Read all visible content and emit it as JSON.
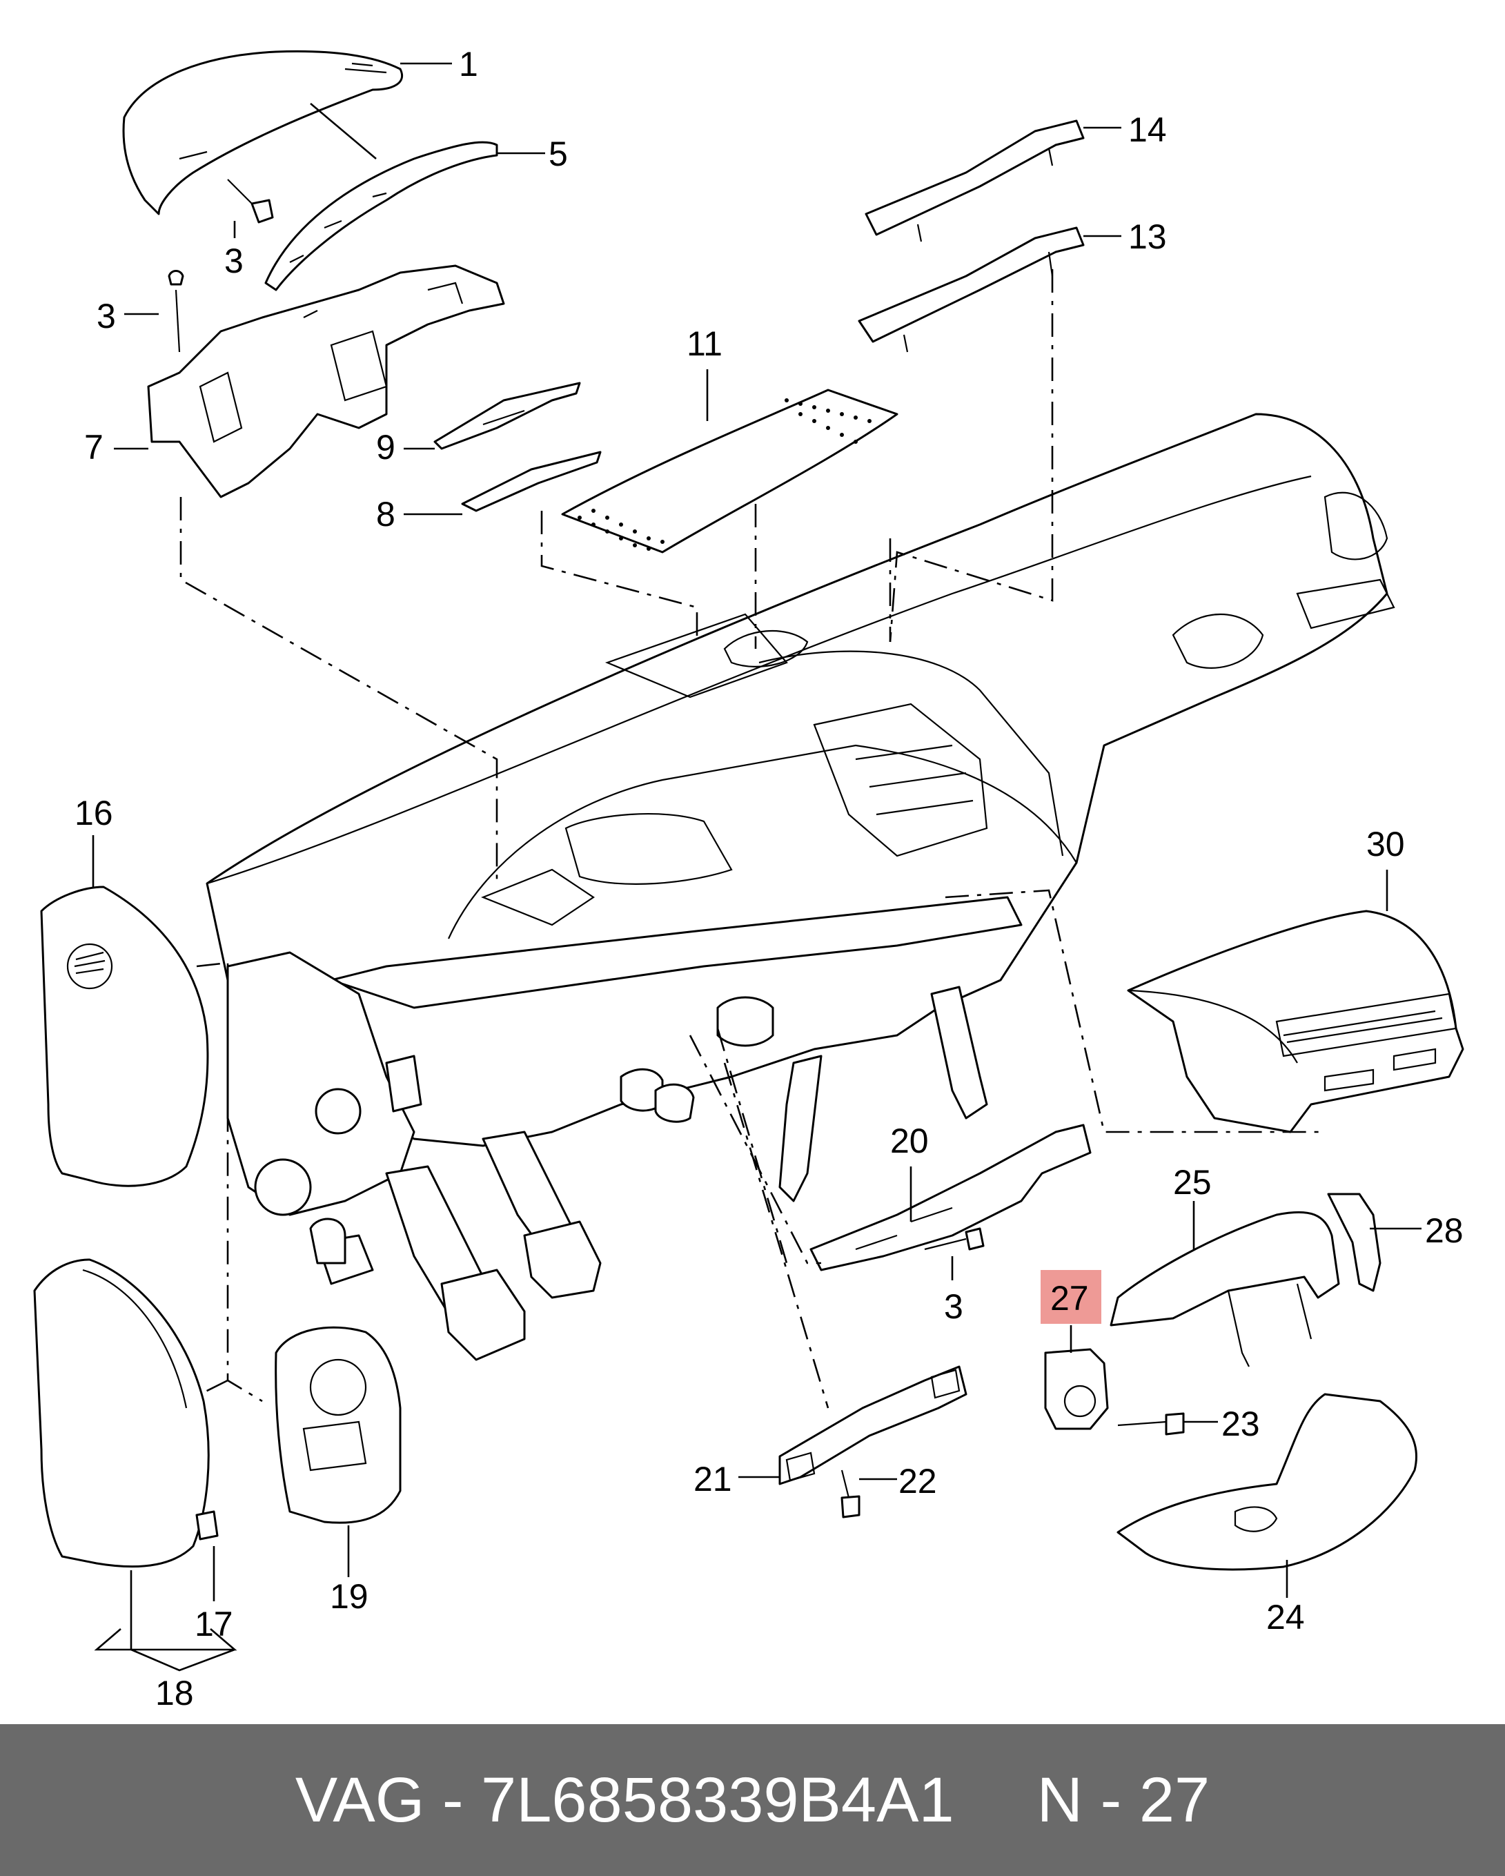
{
  "callouts": [
    {
      "id": "c1",
      "text": "1"
    },
    {
      "id": "c5",
      "text": "5"
    },
    {
      "id": "c3a",
      "text": "3"
    },
    {
      "id": "c3b",
      "text": "3"
    },
    {
      "id": "c7",
      "text": "7"
    },
    {
      "id": "c9",
      "text": "9"
    },
    {
      "id": "c8",
      "text": "8"
    },
    {
      "id": "c11",
      "text": "11"
    },
    {
      "id": "c14",
      "text": "14"
    },
    {
      "id": "c13",
      "text": "13"
    },
    {
      "id": "c16",
      "text": "16"
    },
    {
      "id": "c30",
      "text": "30"
    },
    {
      "id": "c20",
      "text": "20"
    },
    {
      "id": "c3c",
      "text": "3"
    },
    {
      "id": "c25",
      "text": "25"
    },
    {
      "id": "c28",
      "text": "28"
    },
    {
      "id": "c27",
      "text": "27"
    },
    {
      "id": "c23",
      "text": "23"
    },
    {
      "id": "c21",
      "text": "21"
    },
    {
      "id": "c22",
      "text": "22"
    },
    {
      "id": "c24",
      "text": "24"
    },
    {
      "id": "c17",
      "text": "17"
    },
    {
      "id": "c18",
      "text": "18"
    },
    {
      "id": "c19",
      "text": "19"
    }
  ],
  "highlight": {
    "part_number": "27",
    "color": "#ee9a96"
  },
  "footer": {
    "brand_part": "VAG - 7L6858339B4A1",
    "position": "N - 27",
    "background": "#6a6a6a",
    "text_color": "#ffffff"
  }
}
